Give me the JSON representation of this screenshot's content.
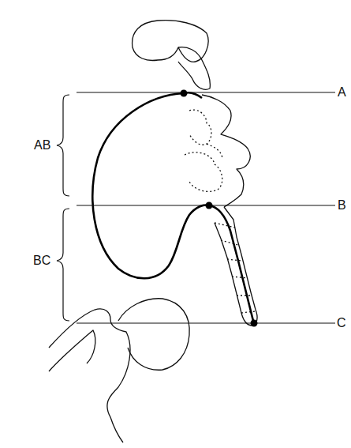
{
  "diagram": {
    "labels": [
      "A",
      "AB",
      "B",
      "BC",
      "C"
    ]
  }
}
